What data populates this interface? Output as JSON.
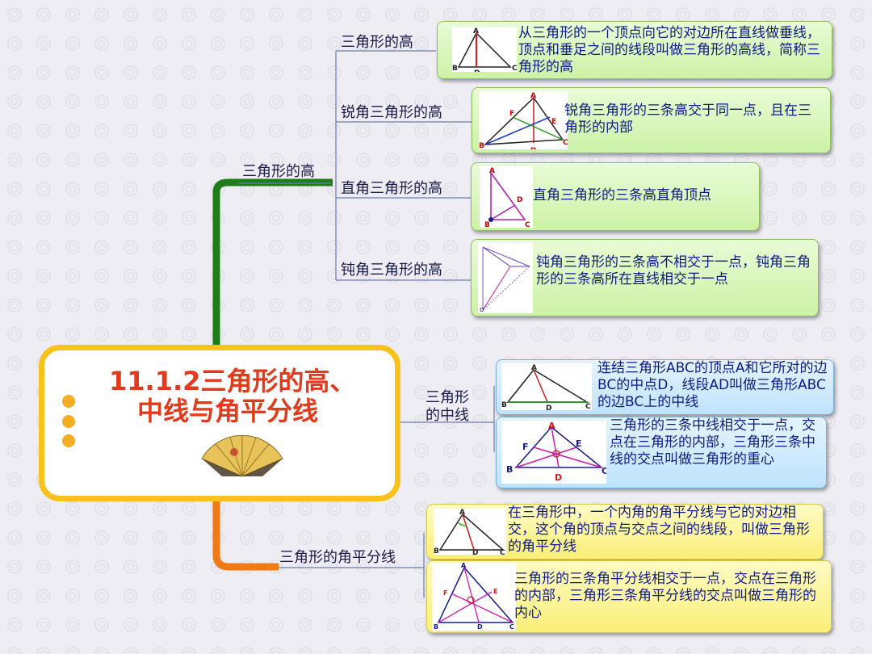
{
  "center": {
    "title_line1": "11.1.2三角形的高、",
    "title_line2": "中线与角平分线",
    "fan_icon": "folding-fan"
  },
  "altitude": {
    "label": "三角形的高",
    "items": [
      {
        "label": "三角形的高",
        "text": "从三角形的一个顶点向它的对边所在直线做垂线，顶点和垂足之间的线段叫做三角形的高线，简称三角形的高",
        "fig_labels": [
          "A",
          "B",
          "D",
          "C"
        ]
      },
      {
        "label": "锐角三角形的高",
        "text": "锐角三角形的三条高交于同一点，且在三角形的内部",
        "fig_labels": [
          "A",
          "F",
          "E",
          "B",
          "D",
          "C"
        ]
      },
      {
        "label": "直角三角形的高",
        "text": "直角三角形的三条高直角顶点",
        "fig_labels": [
          "A",
          "D",
          "B",
          "C"
        ]
      },
      {
        "label": "钝角三角形的高",
        "text": "钝角三角形的三条高不相交于一点，钝角三角形的三条高所在直线相交于一点",
        "fig_labels": [
          "o"
        ]
      }
    ]
  },
  "median": {
    "label": "三角形的中线",
    "items": [
      {
        "text": "连结三角形ABC的顶点A和它所对的边BC的中点D，线段AD叫做三角形ABC的边BC上的中线",
        "fig_labels": [
          "A",
          "B",
          "D",
          "C"
        ]
      },
      {
        "text": "三角形的三条中线相交于一点，交点在三角形的内部，三角形三条中线的交点叫做三角形的重心",
        "fig_labels": [
          "A",
          "F",
          "E",
          "B",
          "D",
          "C"
        ]
      }
    ]
  },
  "bisector": {
    "label": "三角形的角平分线",
    "items": [
      {
        "text": "在三角形中，一个内角的角平分线与它的对边相交，这个角的顶点与交点之间的线段，叫做三角形的角平分线",
        "fig_labels": [
          "A",
          "B",
          "D",
          "C"
        ]
      },
      {
        "text": "三角形的三条角平分线相交于一点，交点在三角形的内部，三角形三条角平分线的交点叫做三角形的内心",
        "fig_labels": [
          "A",
          "F",
          "E",
          "B",
          "D",
          "C"
        ]
      }
    ]
  },
  "colors": {
    "altitude_branch": "#1e7d16",
    "bisector_branch": "#f07a14",
    "center_border": "#f9c21a",
    "title": "#e23a1a"
  }
}
